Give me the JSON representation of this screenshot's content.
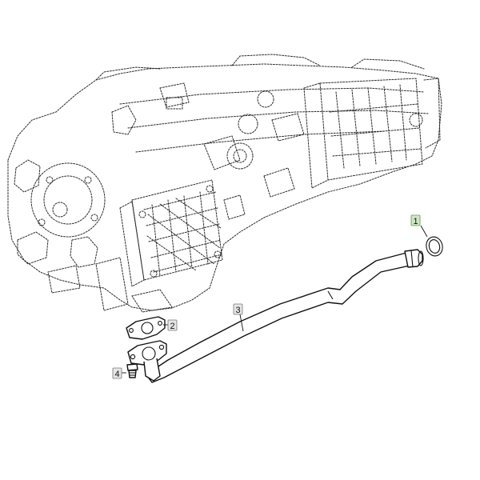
{
  "callouts": [
    {
      "label": "1",
      "box_fill": "#cfe8c4",
      "box_stroke": "#5a9a47"
    },
    {
      "label": "2",
      "box_fill": "#e6e6e6",
      "box_stroke": "#777777"
    },
    {
      "label": "3",
      "box_fill": "#e6e6e6",
      "box_stroke": "#777777"
    },
    {
      "label": "4",
      "box_fill": "#e6e6e6",
      "box_stroke": "#777777"
    }
  ]
}
